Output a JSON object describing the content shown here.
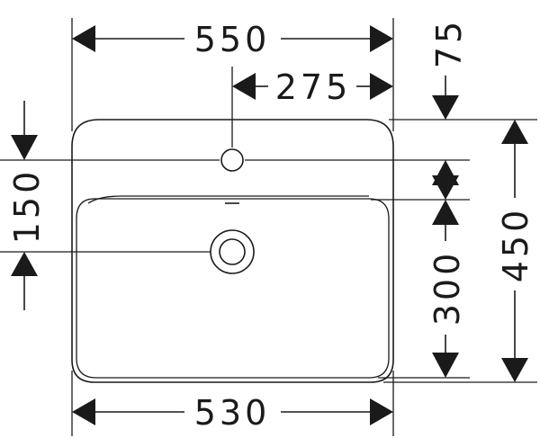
{
  "dimensions": {
    "top_width": "550",
    "tap_offset": "275",
    "rim_depth": "75",
    "bowl_offset": "150",
    "bowl_depth": "300",
    "total_depth": "450",
    "bottom_width": "530"
  }
}
